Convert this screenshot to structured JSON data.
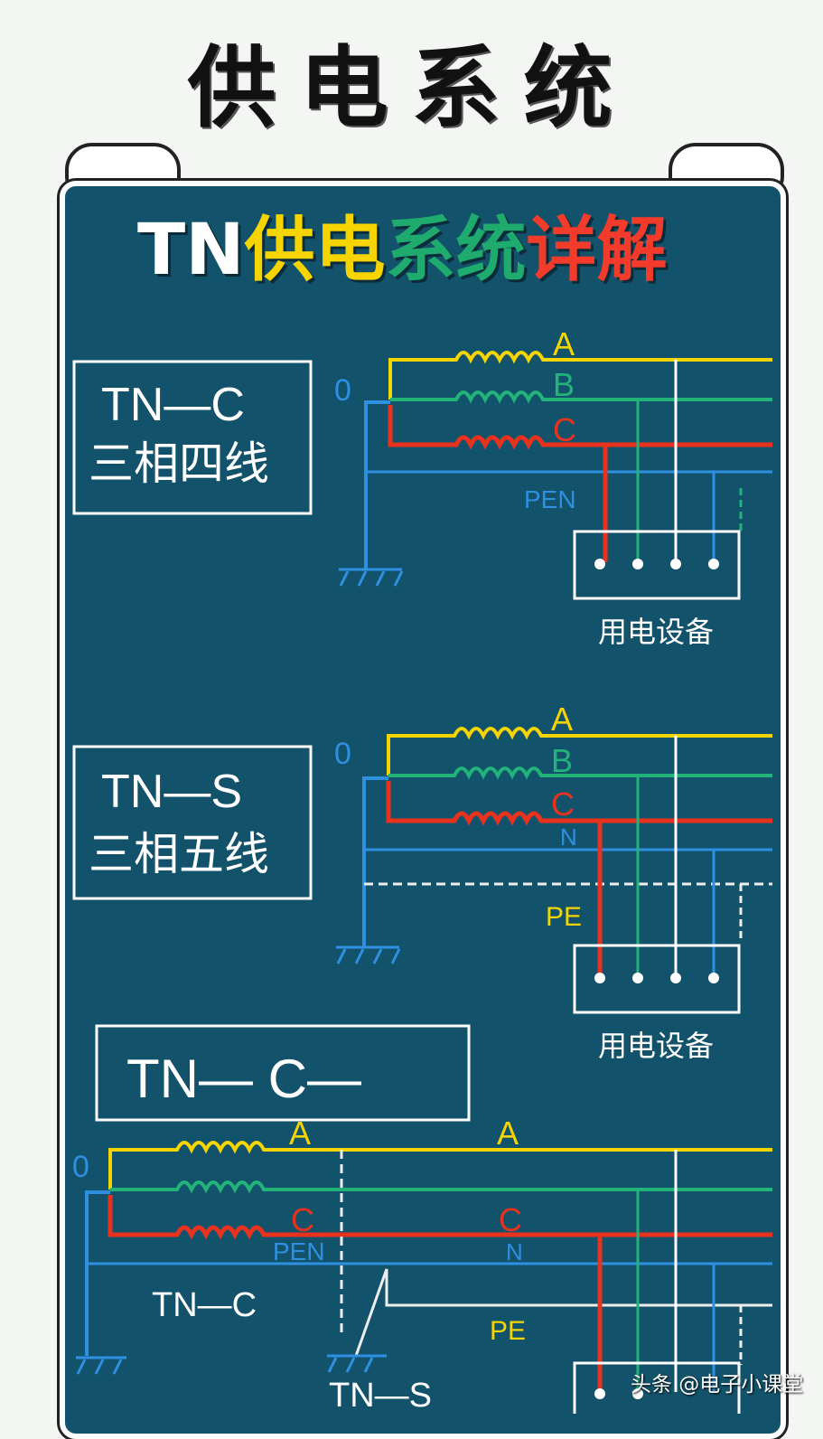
{
  "title": "供电系统",
  "subtitle": {
    "parts": [
      {
        "text": "TN",
        "color": "#ffffff"
      },
      {
        "text": "供电",
        "color": "#f5d400"
      },
      {
        "text": "系统",
        "color": "#1faa6e"
      },
      {
        "text": "详解",
        "color": "#f23b2a"
      }
    ]
  },
  "colors": {
    "board": "#13526b",
    "phase_a": "#f5d400",
    "phase_b": "#22b37a",
    "phase_c": "#e8321e",
    "neutral": "#2f8fe0",
    "pe": "#eeeeee",
    "frame": "#ffffff"
  },
  "sections": [
    {
      "name_line1": "TN—C",
      "name_line2": "三相四线",
      "phase_a": "A",
      "phase_b": "B",
      "phase_c": "C",
      "neutral_label": "0",
      "pen_label": "PEN",
      "device_label": "用电设备"
    },
    {
      "name_line1": "TN—S",
      "name_line2": "三相五线",
      "phase_a": "A",
      "phase_b": "B",
      "phase_c": "C",
      "neutral_label": "0",
      "n_label": "N",
      "pe_label": "PE",
      "device_label": "用电设备"
    },
    {
      "name_line1": "TN— C—",
      "phase_a": "A",
      "phase_a2": "A",
      "phase_c": "C",
      "phase_c2": "C",
      "neutral_label": "0",
      "pen_label": "PEN",
      "n_label": "N",
      "pe_label": "PE",
      "left_label": "TN—C",
      "right_label": "TN—S"
    }
  ],
  "watermark": "头条 @电子小课堂"
}
